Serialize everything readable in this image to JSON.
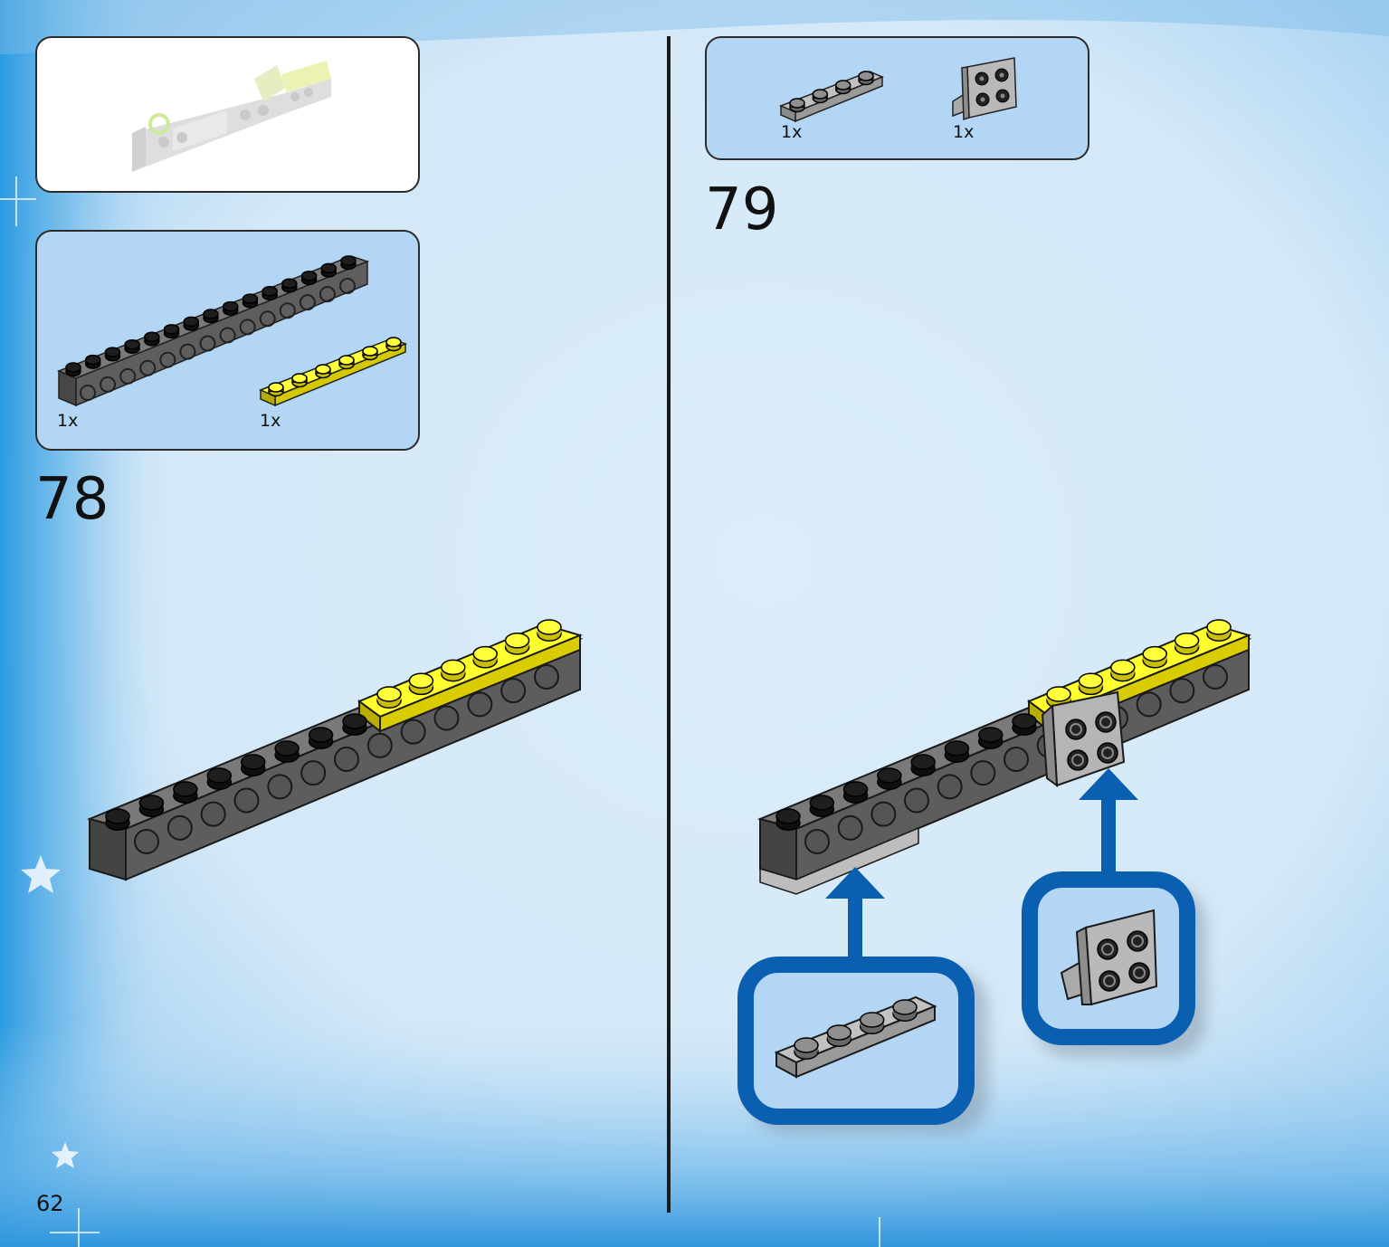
{
  "page_number": "62",
  "colors": {
    "background": "#d9ebf8",
    "frame_blue": "#0a5fb0",
    "parts_panel": "#b3d6f4",
    "brick_dark_gray": "#636363",
    "brick_yellow": "#f5ea00",
    "brick_light_gray": "#a8a8a8"
  },
  "step_78": {
    "number": "78",
    "parts": [
      {
        "icon": "dark-gray-technic-beam-icon",
        "qty": "1x"
      },
      {
        "icon": "yellow-plate-icon",
        "qty": "1x"
      }
    ]
  },
  "step_79": {
    "number": "79",
    "parts": [
      {
        "icon": "light-gray-plate-icon",
        "qty": "1x"
      },
      {
        "icon": "light-gray-bracket-icon",
        "qty": "1x"
      }
    ]
  }
}
